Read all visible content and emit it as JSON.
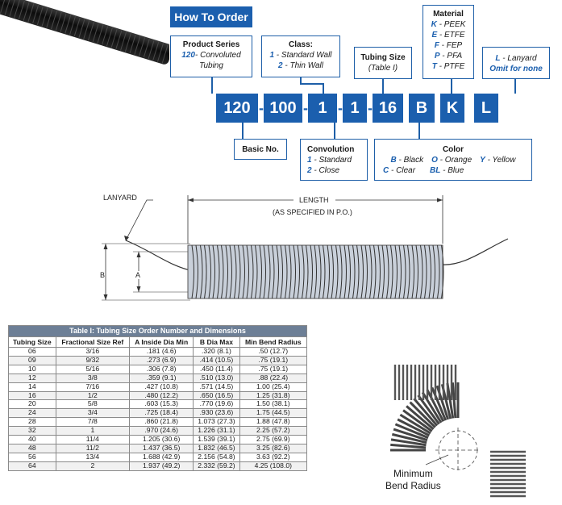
{
  "how_to_order": "How To Order",
  "product_series": {
    "title": "Product Series",
    "code": "120",
    "desc_1": "- Convoluted",
    "desc_2": "Tubing"
  },
  "class_box": {
    "title": "Class:",
    "opt1_code": "1",
    "opt1": " - Standard Wall",
    "opt2_code": "2",
    "opt2": " - Thin Wall"
  },
  "tubing_size": {
    "title": "Tubing Size",
    "desc": "(Table I)"
  },
  "material": {
    "title": "Material",
    "items": [
      {
        "code": "K",
        "name": " - PEEK"
      },
      {
        "code": "E",
        "name": " - ETFE"
      },
      {
        "code": "F",
        "name": " - FEP"
      },
      {
        "code": "P",
        "name": " - PFA"
      },
      {
        "code": "T",
        "name": " - PTFE"
      }
    ]
  },
  "lanyard_opt": {
    "code": "L",
    "line1": " - Lanyard",
    "line2": "Omit for none"
  },
  "code_boxes": [
    "120",
    "100",
    "1",
    "1",
    "16",
    "B",
    "K",
    "L"
  ],
  "separator": "-",
  "basic_no": "Basic No.",
  "convolution": {
    "title": "Convolution",
    "opt1_code": "1",
    "opt1": " - Standard",
    "opt2_code": "2",
    "opt2": " - Close"
  },
  "color": {
    "title": "Color",
    "b_code": "B",
    "b": " - Black",
    "c_code": "C",
    "c": " - Clear",
    "o_code": "O",
    "o": " - Orange",
    "y_code": "Y",
    "y": " - Yellow",
    "bl_code": "BL",
    "bl": " - Blue"
  },
  "drawing": {
    "lanyard": "LANYARD",
    "length": "LENGTH",
    "length_note": "(AS SPECIFIED IN P.O.)",
    "dim_b": "B",
    "dim_a": "A"
  },
  "table": {
    "caption": "Table I: Tubing Size Order Number and Dimensions",
    "headers": [
      "Tubing Size",
      "Fractional Size Ref",
      "A Inside Dia Min",
      "B Dia Max",
      "Min Bend Radius"
    ],
    "rows": [
      [
        "06",
        "3/16",
        ".181 (4.6)",
        ".320 (8.1)",
        ".50 (12.7)"
      ],
      [
        "09",
        "9/32",
        ".273 (6.9)",
        ".414 (10.5)",
        ".75 (19.1)"
      ],
      [
        "10",
        "5/16",
        ".306 (7.8)",
        ".450 (11.4)",
        ".75 (19.1)"
      ],
      [
        "12",
        "3/8",
        ".359 (9.1)",
        ".510 (13.0)",
        ".88 (22.4)"
      ],
      [
        "14",
        "7/16",
        ".427 (10.8)",
        ".571 (14.5)",
        "1.00 (25.4)"
      ],
      [
        "16",
        "1/2",
        ".480 (12.2)",
        ".650 (16.5)",
        "1.25 (31.8)"
      ],
      [
        "20",
        "5/8",
        ".603 (15.3)",
        ".770 (19.6)",
        "1.50 (38.1)"
      ],
      [
        "24",
        "3/4",
        ".725 (18.4)",
        ".930 (23.6)",
        "1.75 (44.5)"
      ],
      [
        "28",
        "7/8",
        ".860 (21.8)",
        "1.073 (27.3)",
        "1.88 (47.8)"
      ],
      [
        "32",
        "1",
        ".970 (24.6)",
        "1.226 (31.1)",
        "2.25 (57.2)"
      ],
      [
        "40",
        "11/4",
        "1.205 (30.6)",
        "1.539 (39.1)",
        "2.75 (69.9)"
      ],
      [
        "48",
        "11/2",
        "1.437 (36.5)",
        "1.832 (46.5)",
        "3.25 (82.6)"
      ],
      [
        "56",
        "13/4",
        "1.688 (42.9)",
        "2.156 (54.8)",
        "3.63 (92.2)"
      ],
      [
        "64",
        "2",
        "1.937 (49.2)",
        "2.332 (59.2)",
        "4.25 (108.0)"
      ]
    ]
  },
  "bend_label_1": "Minimum",
  "bend_label_2": "Bend Radius",
  "colors": {
    "brand_blue": "#1b5fae",
    "table_header": "#6d7f96",
    "tube_fill": "#c9d0da",
    "tube_dark": "#141414"
  }
}
